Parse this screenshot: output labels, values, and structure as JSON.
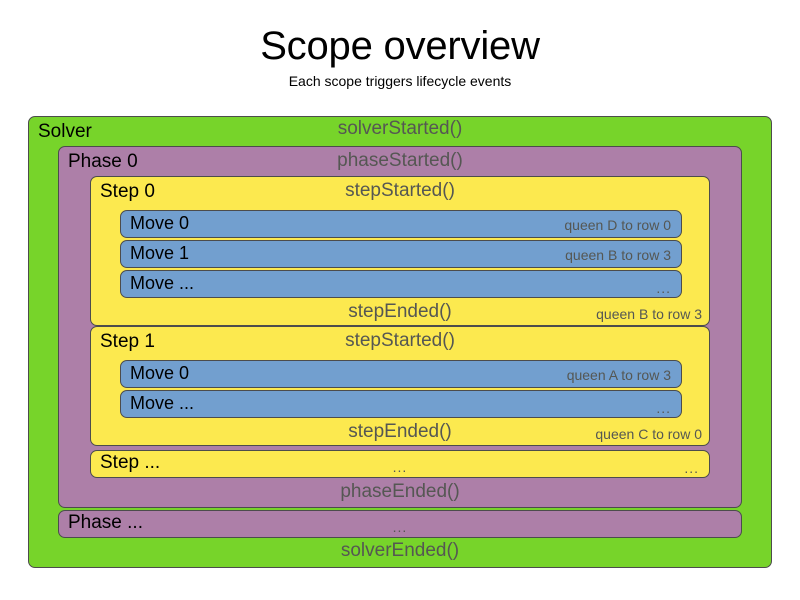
{
  "header": {
    "title": "Scope overview",
    "subtitle": "Each scope triggers lifecycle events"
  },
  "colors": {
    "solver": "#77d42a",
    "phase": "#ad7fa8",
    "step": "#fce94f",
    "move": "#729fcf",
    "border": "#4c4c4c",
    "event_text": "#555753",
    "scope_text": "#000000",
    "background": "#ffffff"
  },
  "diagram": {
    "solver": {
      "label": "Solver",
      "started_event": "solverStarted()",
      "ended_event": "solverEnded()",
      "phases": [
        {
          "label": "Phase 0",
          "started_event": "phaseStarted()",
          "ended_event": "phaseEnded()",
          "steps": [
            {
              "label": "Step 0",
              "started_event": "stepStarted()",
              "ended_event": "stepEnded()",
              "ended_detail": "queen B to row 3",
              "moves": [
                {
                  "label": "Move 0",
                  "detail": "queen D to row 0"
                },
                {
                  "label": "Move 1",
                  "detail": "queen B to row 3"
                },
                {
                  "label": "Move ...",
                  "detail": "..."
                }
              ]
            },
            {
              "label": "Step 1",
              "started_event": "stepStarted()",
              "ended_event": "stepEnded()",
              "ended_detail": "queen C to row 0",
              "moves": [
                {
                  "label": "Move 0",
                  "detail": "queen A to row 3"
                },
                {
                  "label": "Move ...",
                  "detail": "..."
                }
              ]
            },
            {
              "label": "Step ...",
              "started_event": "...",
              "ended_event": "",
              "ended_detail": "...",
              "moves": []
            }
          ]
        },
        {
          "label": "Phase ...",
          "started_event": "...",
          "ended_event": "",
          "steps": []
        }
      ]
    }
  }
}
